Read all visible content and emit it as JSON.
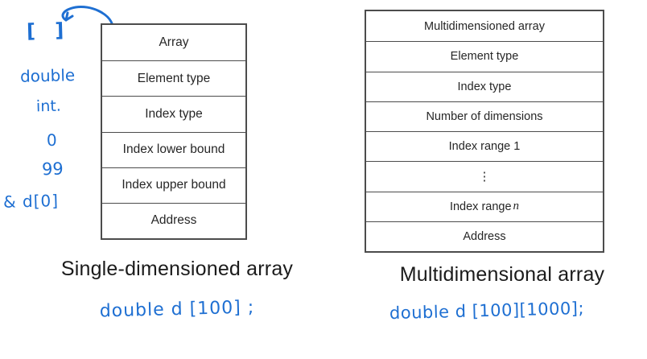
{
  "colors": {
    "ink_blue": "#1e6fd2",
    "table_border": "#4c4c4c",
    "table_text": "#262626",
    "caption_text": "#1b1b1b",
    "background": "#ffffff"
  },
  "left_table": {
    "rows": [
      "Array",
      "Element type",
      "Index type",
      "Index lower bound",
      "Index upper bound",
      "Address"
    ],
    "caption": "Single-dimensioned array",
    "handwritten_code": "double d [100] ;",
    "annotations": {
      "array_brackets": "[ ]",
      "element_type": "double",
      "index_type": "int.",
      "index_lower_bound": "0",
      "index_upper_bound": "99",
      "address": "& d[0]"
    }
  },
  "right_table": {
    "rows": [
      "Multidimensioned array",
      "Element type",
      "Index type",
      "Number of dimensions",
      "Index range 1",
      "⋮",
      {
        "prefix": "Index range ",
        "var": "n"
      },
      "Address"
    ],
    "caption": "Multidimensional array",
    "handwritten_code": "double d [100][1000];"
  }
}
